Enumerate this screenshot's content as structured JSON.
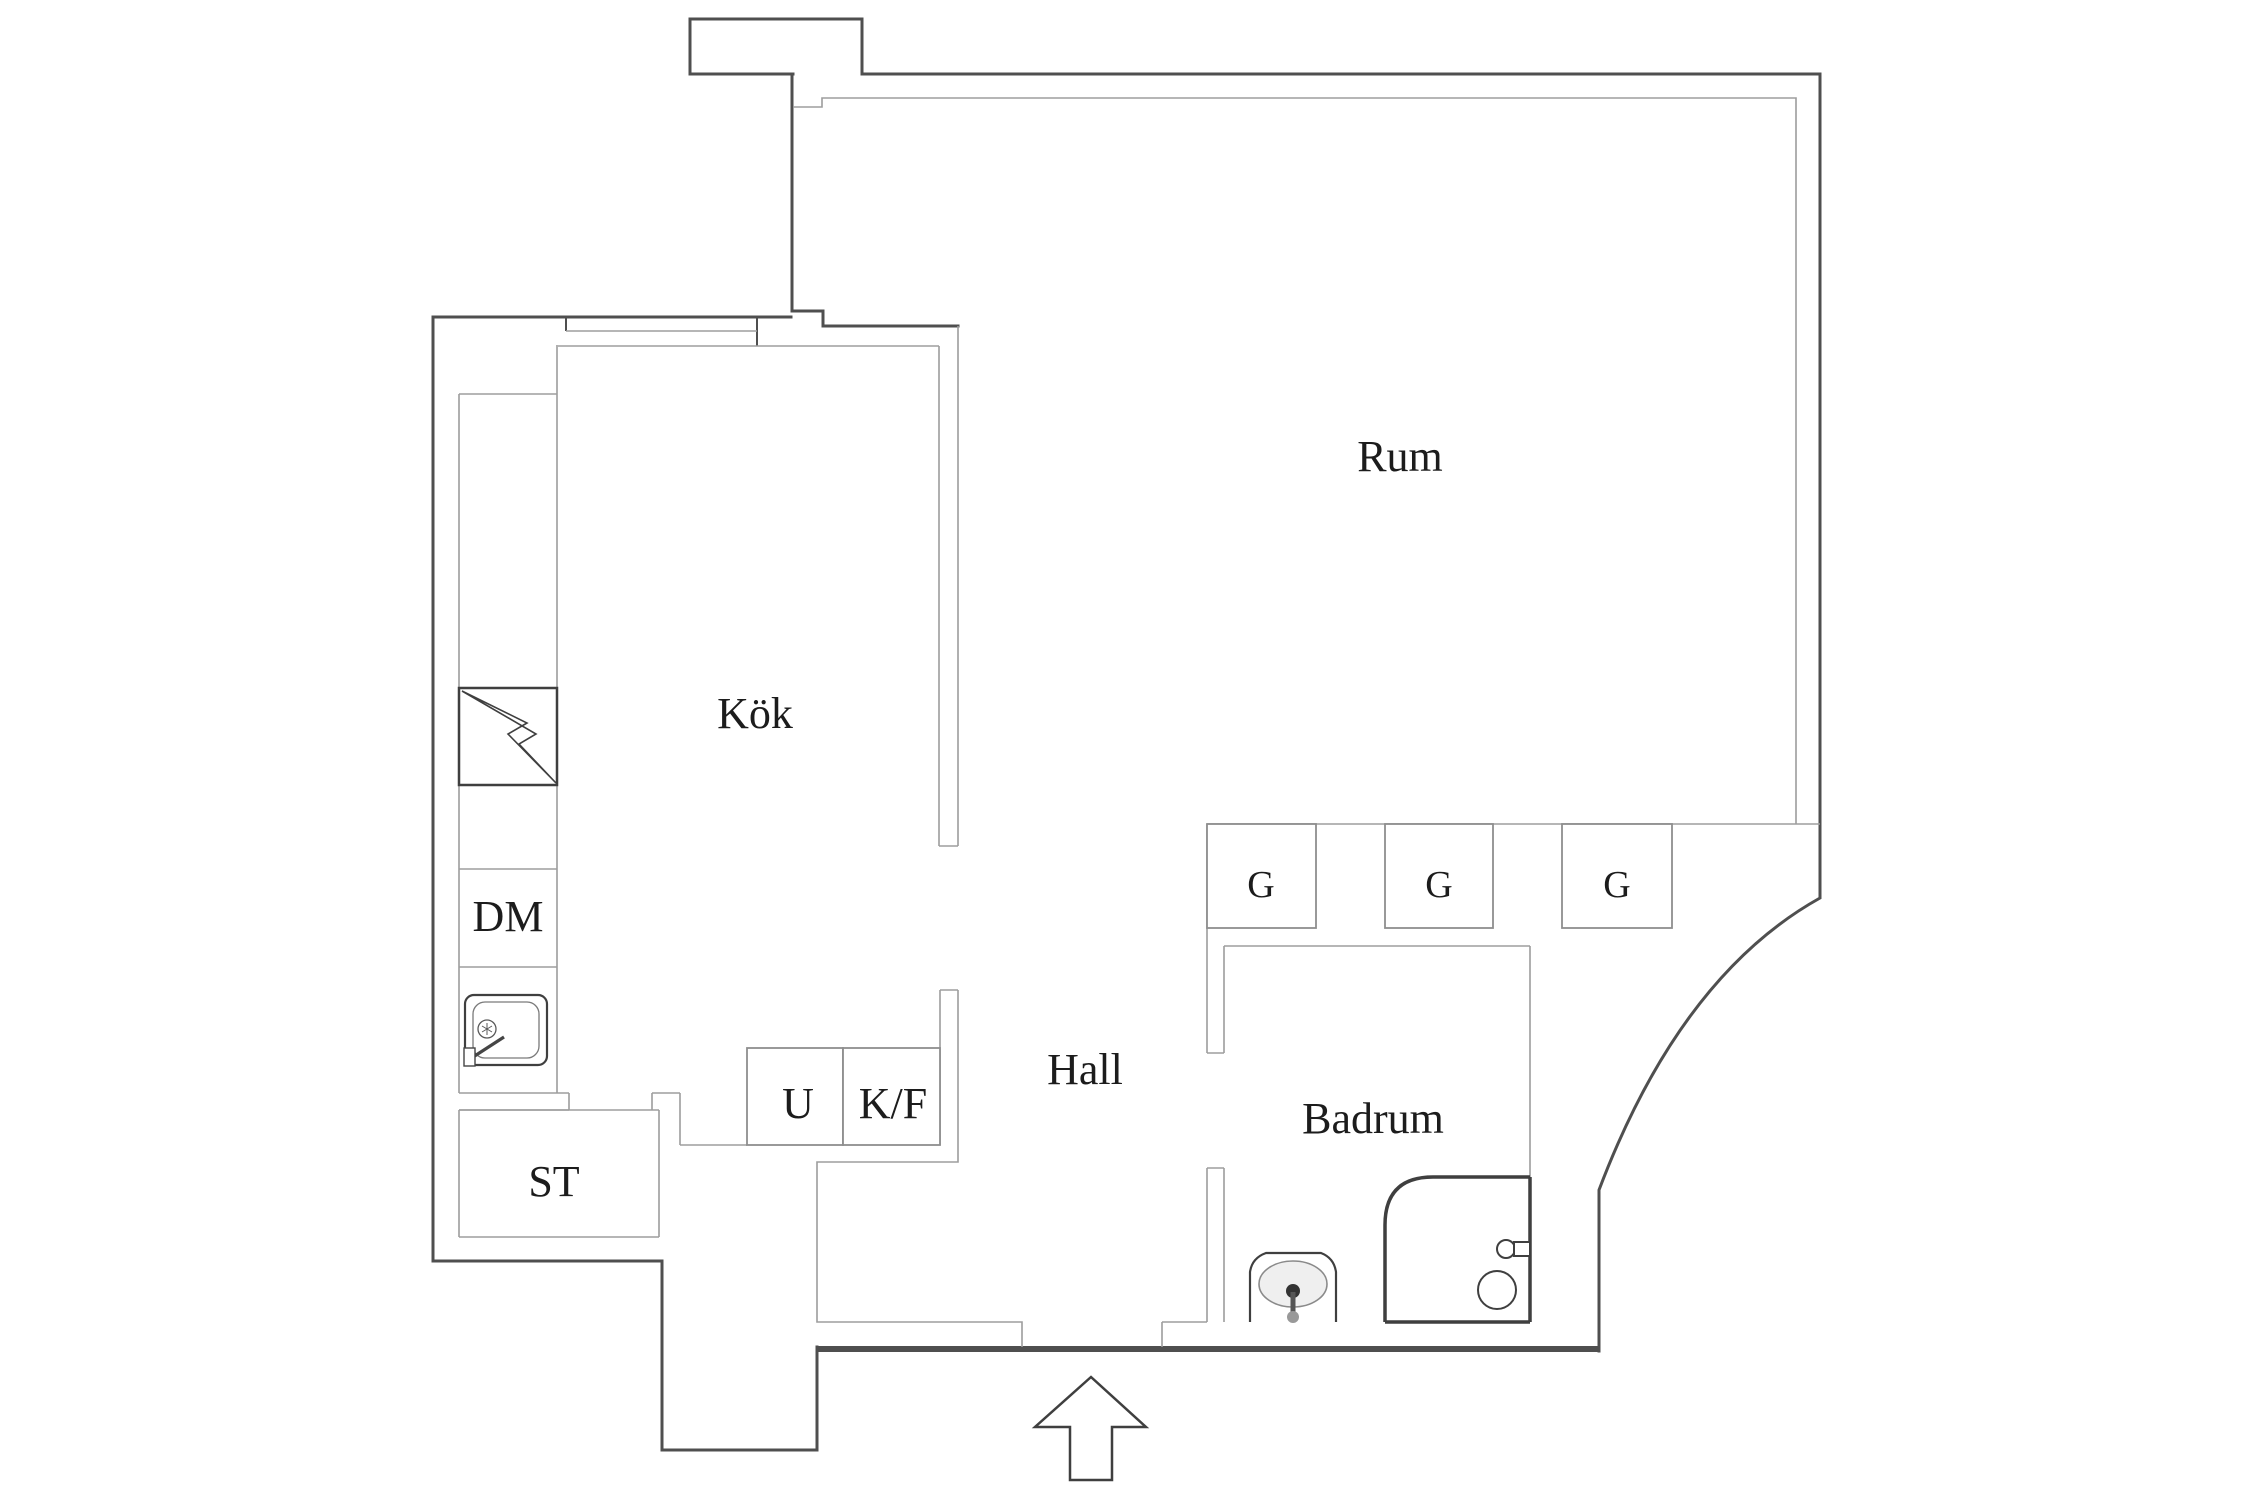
{
  "page": {
    "title": "Apartment floor plan",
    "background": "#ffffff"
  },
  "colors": {
    "wall_dark": "#4f4f4f",
    "wall_light": "#9d9d9d",
    "fixture": "#3f3f3f",
    "box_outline": "#8e8e8e",
    "text": "#1c1c1c",
    "sink_fill": "#efefef",
    "bg": "#ffffff"
  },
  "rooms": {
    "rum": {
      "label": "Rum"
    },
    "kok": {
      "label": "Kök"
    },
    "hall": {
      "label": "Hall"
    },
    "badrum": {
      "label": "Badrum"
    },
    "st": {
      "label": "ST"
    }
  },
  "fixtures": {
    "dm": {
      "label": "DM"
    },
    "u": {
      "label": "U"
    },
    "kf": {
      "label": "K/F"
    },
    "closets": [
      {
        "label": "G"
      },
      {
        "label": "G"
      },
      {
        "label": "G"
      }
    ],
    "stove": {
      "icon": "lightning-icon"
    },
    "kitchen_sink": {
      "icon": "sink-icon"
    },
    "bath_sink": {
      "icon": "washbasin-icon"
    },
    "shower": {
      "icon": "shower-icon"
    },
    "entry_arrow": {
      "icon": "arrow-up-icon"
    }
  }
}
